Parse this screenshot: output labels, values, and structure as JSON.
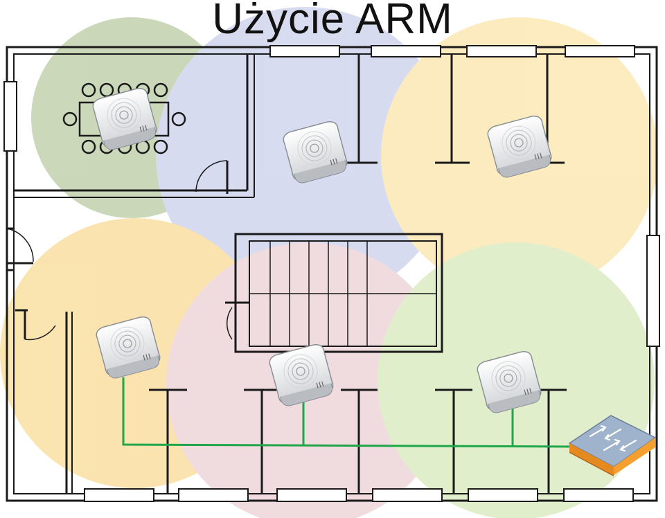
{
  "title": "Użycie ARM",
  "colors": {
    "green_cell": "#6b8f3a",
    "blue_cell": "#8e9bd4",
    "yellow_cell": "#f5c84a",
    "orange_cell": "#f2b21e",
    "pink_cell": "#d69aa6",
    "lightgreen_cell": "#a7cf6c",
    "cable": "#1fa64a",
    "wall": "#1a1a1a"
  },
  "devices": {
    "access_points": [
      {
        "name": "access-point-icon",
        "coverage": "green"
      },
      {
        "name": "access-point-icon",
        "coverage": "blue"
      },
      {
        "name": "access-point-icon",
        "coverage": "yellow"
      },
      {
        "name": "access-point-icon",
        "coverage": "orange"
      },
      {
        "name": "access-point-icon",
        "coverage": "pink"
      },
      {
        "name": "access-point-icon",
        "coverage": "lightgreen"
      }
    ],
    "switch": {
      "name": "network-switch-icon"
    }
  }
}
